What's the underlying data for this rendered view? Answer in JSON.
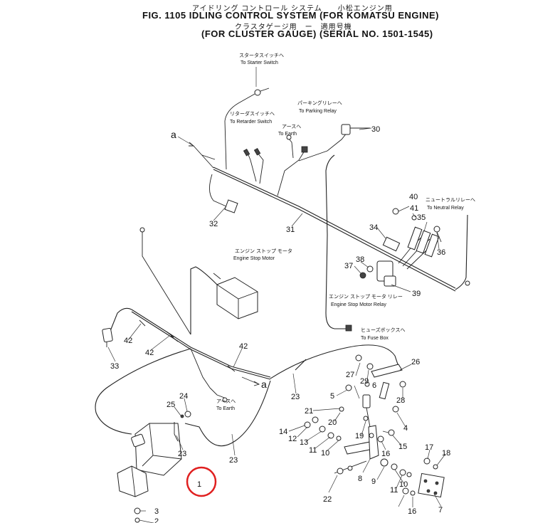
{
  "header": {
    "title_jp": "アイドリング コントロール システム　　小松エンジン用",
    "title_line": "FIG. 1105  IDLING CONTROL SYSTEM (FOR KOMATSU ENGINE)",
    "subtitle_jp": "クラスタゲージ用　ー　適用号機",
    "subtitle_line": "(FOR CLUSTER GAUGE) (SERIAL NO. 1501-1545)"
  },
  "notes": {
    "starter_switch_jp": "スタータスイッチへ",
    "starter_switch_en": "To Starter Switch",
    "retarder_switch_jp": "リターダスイッチへ",
    "retarder_switch_en": "To Retarder Switch",
    "earth_top_jp": "アースへ",
    "earth_top_en": "To Earth",
    "parking_relay_jp": "パーキングリレーへ",
    "parking_relay_en": "To Parking Relay",
    "neutral_relay_jp": "ニュートラルリレーへ",
    "neutral_relay_en": "To Neutral Relay",
    "stop_motor_jp": "エンジン ストップ モータ",
    "stop_motor_en": "Engine Stop Motor",
    "stop_motor_relay_jp": "エンジン ストップ モータ リレー",
    "stop_motor_relay_en": "Engine Stop Motor Relay",
    "fuse_box_jp": "ヒューズボックスへ",
    "fuse_box_en": "To Fuse Box",
    "earth_bottom_jp": "アースへ",
    "earth_bottom_en": "To Earth"
  },
  "connector_letters": [
    "a",
    "a"
  ],
  "part_numbers": {
    "p1": "1",
    "p2": "2",
    "p3": "3",
    "p4": "4",
    "p5": "5",
    "p6": "6",
    "p7": "7",
    "p8": "8",
    "p9": "9",
    "p10a": "10",
    "p10b": "10",
    "p11a": "11",
    "p11b": "11",
    "p12": "12",
    "p13": "13",
    "p14": "14",
    "p15": "15",
    "p16a": "16",
    "p16b": "16",
    "p17": "17",
    "p18": "18",
    "p19": "19",
    "p20": "20",
    "p21": "21",
    "p22": "22",
    "p23a": "23",
    "p23b": "23",
    "p23c": "23",
    "p24": "24",
    "p25": "25",
    "p26": "26",
    "p27": "27",
    "p28": "28",
    "p29": "29",
    "p30": "30",
    "p31": "31",
    "p32": "32",
    "p33": "33",
    "p34": "34",
    "p35": "35",
    "p36": "36",
    "p37": "37",
    "p38": "38",
    "p39": "39",
    "p40": "40",
    "p41": "41",
    "p42a": "42",
    "p42b": "42",
    "p42c": "42"
  },
  "colors": {
    "line": "#222222",
    "callout": "#e02020",
    "background": "#ffffff"
  }
}
